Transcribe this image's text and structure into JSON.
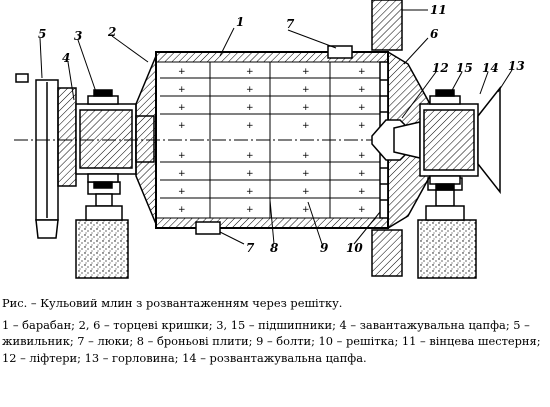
{
  "figure": {
    "callouts": [
      "1",
      "2",
      "3",
      "4",
      "5",
      "6",
      "7",
      "7",
      "8",
      "9",
      "10",
      "11",
      "12",
      "13",
      "14",
      "15"
    ],
    "plus_mark": "+"
  },
  "caption": {
    "title": "Рис.  – Кульовий млин з розвантаженням через решітку.",
    "legend": "1 – барабан; 2, 6 – торцеві кришки; 3, 15 – підшипники; 4 – завантажувальна цапфа; 5 – живильник; 7 – люки; 8 – броньові плити; 9 – болти; 10 – решітка; 11 – вінцева шестерня; 12 – ліфтери; 13 – горловина; 14 – розвантажувальна цапфа."
  }
}
